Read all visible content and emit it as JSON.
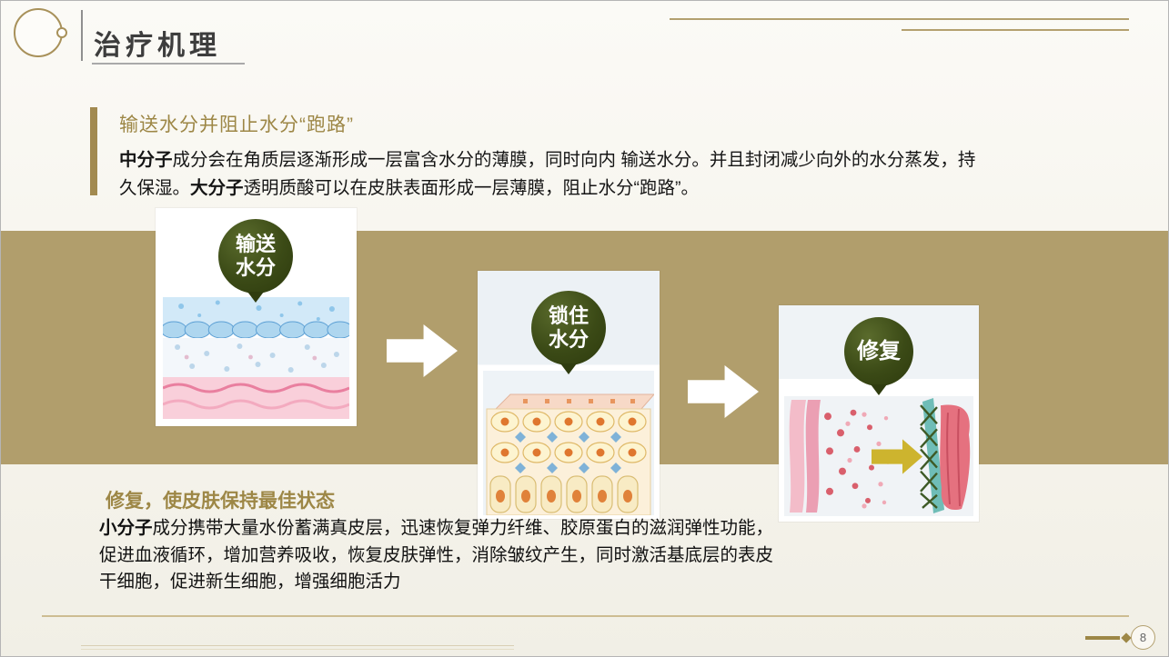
{
  "slide": {
    "title": "治疗机理",
    "page_number": "8"
  },
  "colors": {
    "accent_gold": "#9d8746",
    "band_tan": "#b19e6c",
    "badge_green": "#35430f",
    "title_gray": "#3d3d3d"
  },
  "section1": {
    "heading": "输送水分并阻止水分“跑路”",
    "seg1_bold": "中分子",
    "seg1_text": "成分会在角质层逐渐形成一层富含水分的薄膜，同时向内 输送水分。并且封闭减少向外的水分蒸发，持久保湿。",
    "seg2_bold": "大分子",
    "seg2_text": "透明质酸可以在皮肤表面形成一层薄膜，阻止水分“跑路”。"
  },
  "steps": [
    {
      "badge_line1": "输送",
      "badge_line2": "水分"
    },
    {
      "badge_line1": "锁住",
      "badge_line2": "水分"
    },
    {
      "badge_line1": "修复",
      "badge_line2": ""
    }
  ],
  "section2": {
    "heading": "修复，使皮肤保持最佳状态",
    "seg_bold": "小分子",
    "seg_text": "成分携带大量水份蓄满真皮层，迅速恢复弹力纤维、胶原蛋白的滋润弹性功能，促进血液循环，增加营养吸收，恢复皮肤弹性，消除皱纹产生，同时激活基底层的表皮干细胞，促进新生细胞，增强细胞活力"
  }
}
